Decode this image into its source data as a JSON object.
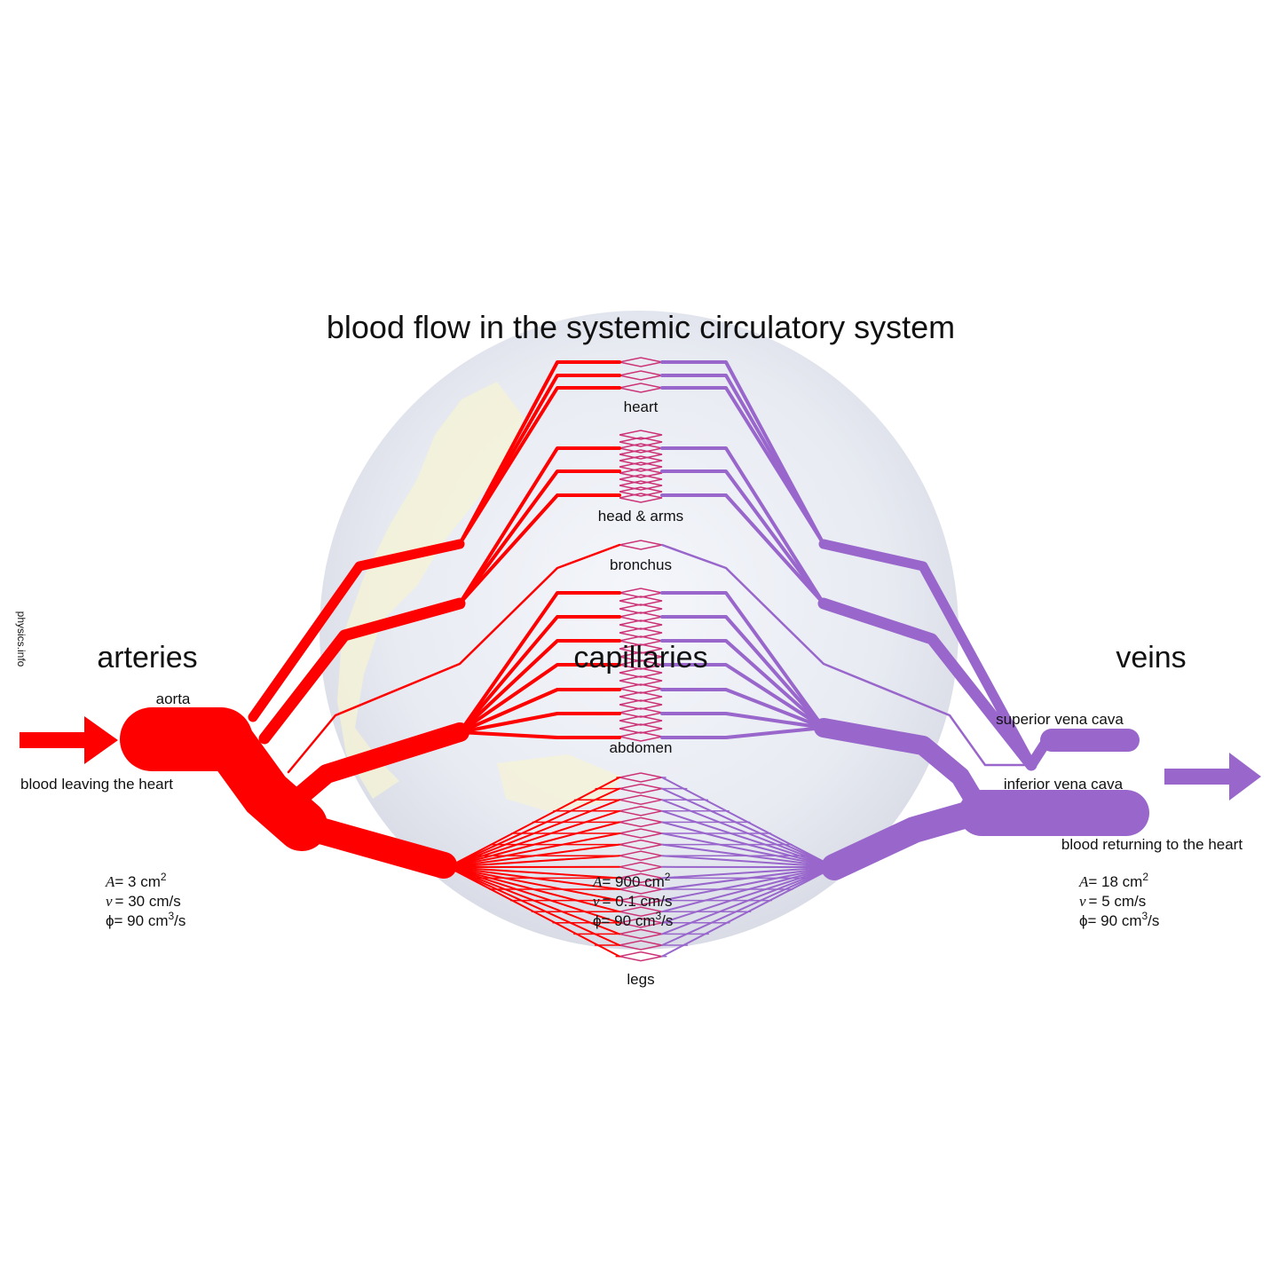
{
  "title": "blood flow in the systemic circulatory system",
  "credit": "physics.info",
  "sections": {
    "arteries": "arteries",
    "capillaries": "capillaries",
    "veins": "veins"
  },
  "labels": {
    "aorta": "aorta",
    "blood_leaving": "blood leaving the heart",
    "superior_vena_cava": "superior vena cava",
    "inferior_vena_cava": "inferior vena cava",
    "blood_returning": "blood returning to the heart"
  },
  "organs": {
    "heart": "heart",
    "head_arms": "head & arms",
    "bronchus": "bronchus",
    "abdomen": "abdomen",
    "legs": "legs"
  },
  "stats": {
    "arteries": {
      "A_sym": "A",
      "A": "= 3 cm",
      "A_exp": "2",
      "v_sym": "v",
      "v": "= 30 cm/s",
      "phi_sym": "ϕ",
      "phi": "= 90 cm",
      "phi_exp": "3",
      "phi_unit": "/s"
    },
    "capillaries": {
      "A_sym": "A",
      "A": "= 900 cm",
      "A_exp": "2",
      "v_sym": "v",
      "v": "= 0.1 cm/s",
      "phi_sym": "ϕ",
      "phi": "= 90 cm",
      "phi_exp": "3",
      "phi_unit": "/s"
    },
    "veins": {
      "A_sym": "A",
      "A": "= 18 cm",
      "A_exp": "2",
      "v_sym": "v",
      "v": "= 5 cm/s",
      "phi_sym": "ϕ",
      "phi": "= 90 cm",
      "phi_exp": "3",
      "phi_unit": "/s"
    }
  },
  "colors": {
    "artery": "#ff0000",
    "vein": "#9966cc",
    "capillary": "#cc3377",
    "globe": "#e6e9f0"
  }
}
